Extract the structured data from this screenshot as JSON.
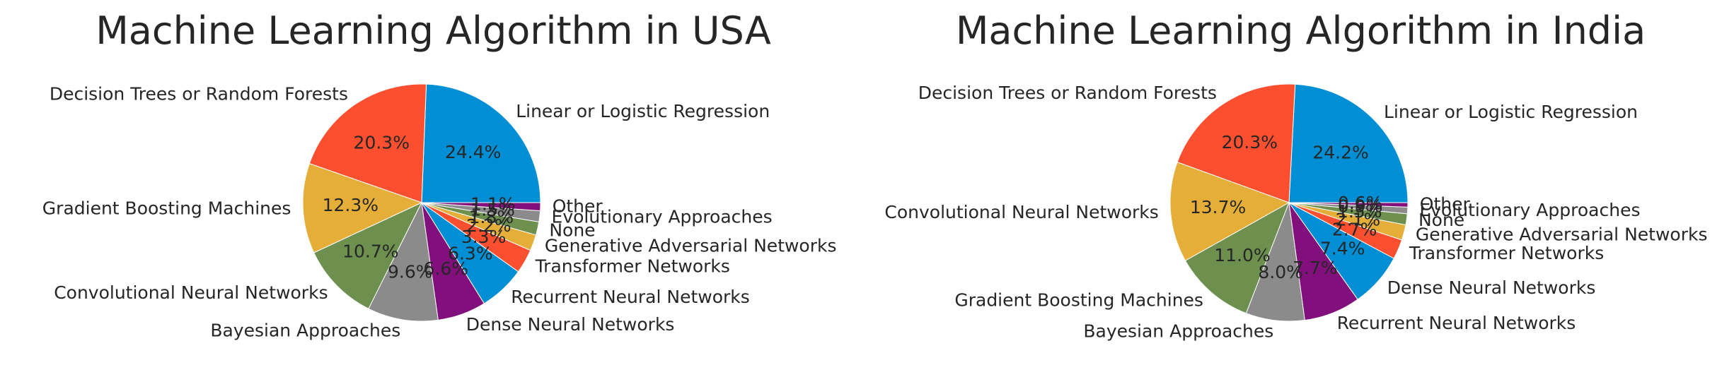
{
  "chart_data": [
    {
      "type": "pie",
      "title": "Machine Learning Algorithm in USA",
      "categories": [
        "Linear or Logistic Regression",
        "Decision Trees or Random Forests",
        "Gradient Boosting Machines",
        "Convolutional Neural Networks",
        "Bayesian Approaches",
        "Dense Neural Networks",
        "Recurrent Neural Networks",
        "Transformer Networks",
        "Generative Adversarial Networks",
        "None",
        "Evolutionary Approaches",
        "Other"
      ],
      "values": [
        24.4,
        20.3,
        12.3,
        10.7,
        9.6,
        6.6,
        6.3,
        3.3,
        2.2,
        1.8,
        1.5,
        1.1
      ],
      "value_labels": [
        "24.4%",
        "20.3%",
        "12.3%",
        "10.7%",
        "9.6%",
        "6.6%",
        "6.3%",
        "3.3%",
        "2.2%",
        "1.8%",
        "1.5%",
        "1.1%"
      ],
      "colors": [
        "#008fd5",
        "#fc4f30",
        "#e5ae38",
        "#6d904f",
        "#8b8b8b",
        "#810f7c",
        "#008fd5",
        "#fc4f30",
        "#e5ae38",
        "#6d904f",
        "#8b8b8b",
        "#810f7c"
      ]
    },
    {
      "type": "pie",
      "title": "Machine Learning Algorithm in India",
      "categories": [
        "Linear or Logistic Regression",
        "Decision Trees or Random Forests",
        "Convolutional Neural Networks",
        "Gradient Boosting Machines",
        "Bayesian Approaches",
        "Recurrent Neural Networks",
        "Dense Neural Networks",
        "Transformer Networks",
        "Generative Adversarial Networks",
        "None",
        "Evolutionary Approaches",
        "Other"
      ],
      "values": [
        24.2,
        20.3,
        13.7,
        11.0,
        8.0,
        7.7,
        7.4,
        2.7,
        2.1,
        1.5,
        0.9,
        0.6
      ],
      "value_labels": [
        "24.2%",
        "20.3%",
        "13.7%",
        "11.0%",
        "8.0%",
        "7.7%",
        "7.4%",
        "2.7%",
        "2.1%",
        "1.5%",
        "0.9%",
        "0.6%"
      ],
      "colors": [
        "#008fd5",
        "#fc4f30",
        "#e5ae38",
        "#6d904f",
        "#8b8b8b",
        "#810f7c",
        "#008fd5",
        "#fc4f30",
        "#e5ae38",
        "#6d904f",
        "#8b8b8b",
        "#810f7c"
      ]
    }
  ]
}
